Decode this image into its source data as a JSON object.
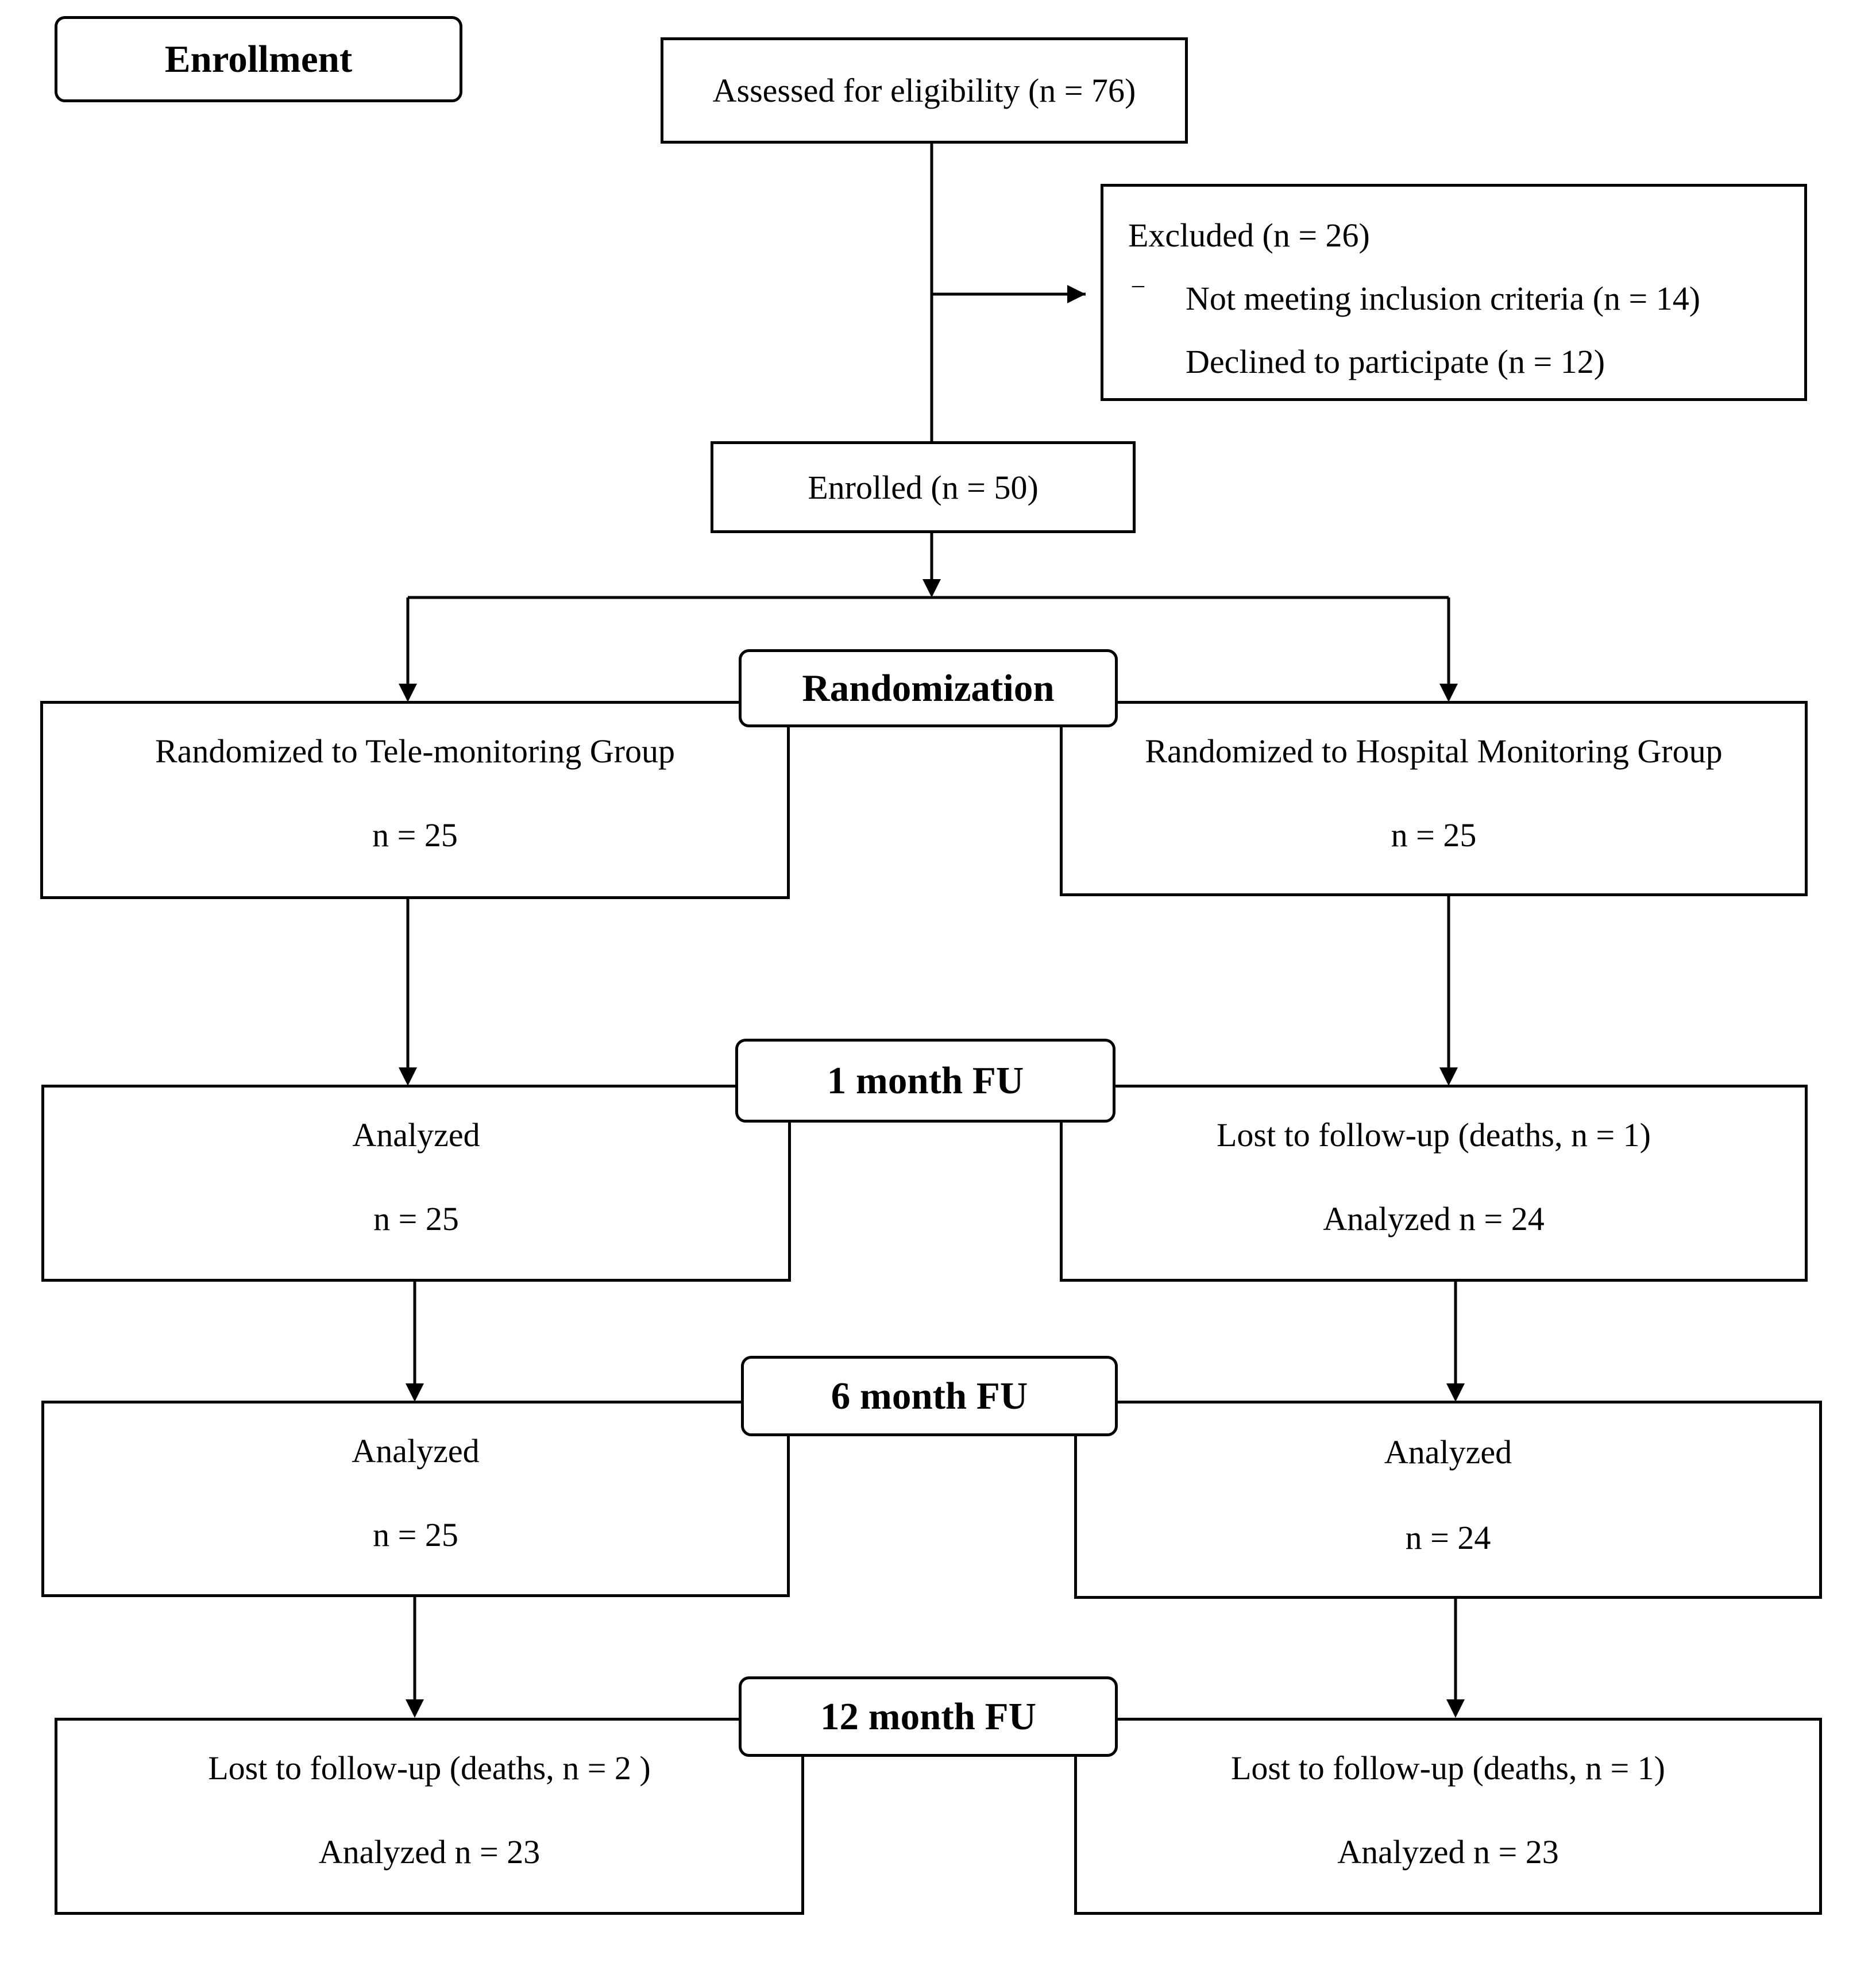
{
  "stages": {
    "enrollment": "Enrollment",
    "randomization": "Randomization",
    "fu1": "1 month FU",
    "fu6": "6 month FU",
    "fu12": "12 month FU"
  },
  "assessed": "Assessed for eligibility (n = 76)",
  "excluded": {
    "title": "Excluded  (n = 26)",
    "bullet": "–",
    "items": [
      "Not meeting inclusion criteria (n = 14)",
      "Declined to participate (n = 12)"
    ]
  },
  "enrolled": "Enrolled (n = 50)",
  "tele": {
    "randomized": {
      "line1": "Randomized to Tele-monitoring Group",
      "line2": "n = 25"
    },
    "fu1": {
      "line1": "Analyzed",
      "line2": "n = 25"
    },
    "fu6": {
      "line1": "Analyzed",
      "line2": "n = 25"
    },
    "fu12": {
      "line1": "Lost to follow-up (deaths, n = 2 )",
      "line2": "Analyzed n = 23"
    }
  },
  "hospital": {
    "randomized": {
      "line1": "Randomized to Hospital Monitoring Group",
      "line2": "n = 25"
    },
    "fu1": {
      "line1": "Lost to follow-up (deaths, n = 1)",
      "line2": "Analyzed n = 24"
    },
    "fu6": {
      "line1": "Analyzed",
      "line2": "n = 24"
    },
    "fu12": {
      "line1": "Lost to follow-up (deaths, n = 1)",
      "line2": "Analyzed n = 23"
    }
  }
}
